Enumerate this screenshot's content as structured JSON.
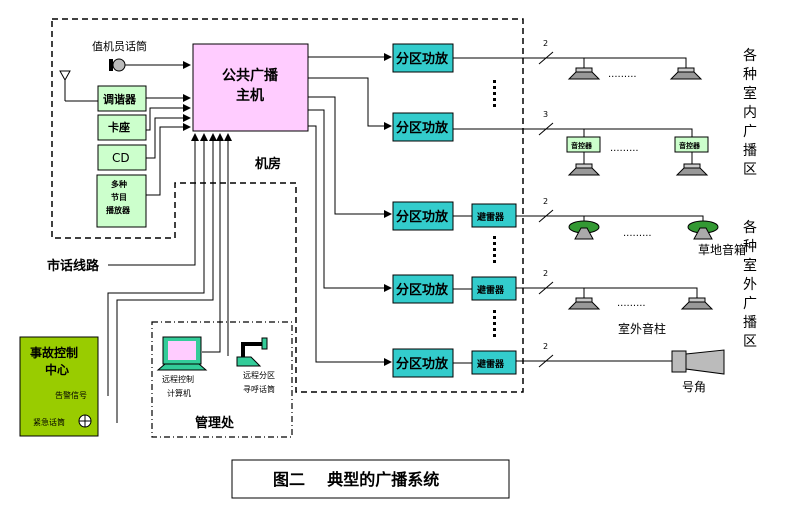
{
  "figure": {
    "caption": "图二    典型的广播系统",
    "machine_room_label": "机房",
    "management_label": "管理处"
  },
  "host": {
    "line1": "公共广播",
    "line2": "主机",
    "color": "#FFCCFF"
  },
  "sources": {
    "mic_label": "值机员话筒",
    "items": [
      {
        "label": "调谐器"
      },
      {
        "label": "卡座"
      },
      {
        "label": "CD"
      },
      {
        "label": "多种",
        "line2": "节目",
        "line3": "播放器"
      }
    ],
    "color": "#CCFFCC"
  },
  "external": {
    "phone_line": "市话线路",
    "control_center": {
      "title1": "事故控制",
      "title2": "中心",
      "alarm": "告警信号",
      "emergency": "紧急话筒",
      "color": "#99CC00"
    },
    "remote_computer": {
      "line1": "远程控制",
      "line2": "计算机"
    },
    "remote_mic": {
      "line1": "远程分区",
      "line2": "寻呼话筒"
    }
  },
  "amplifiers": {
    "label": "分区功放",
    "arrester_label": "避雷器",
    "color": "#33CCCC",
    "count": 5
  },
  "zones": {
    "indoor_title": "各种室内广播区",
    "outdoor_title": "各种室外广播区",
    "volume_label": "音控器",
    "lawn_label": "草地音箱",
    "column_label": "室外音柱",
    "horn_label": "号角",
    "wire_counts": [
      "2",
      "3",
      "2",
      "2",
      "2"
    ],
    "dots": "........."
  }
}
